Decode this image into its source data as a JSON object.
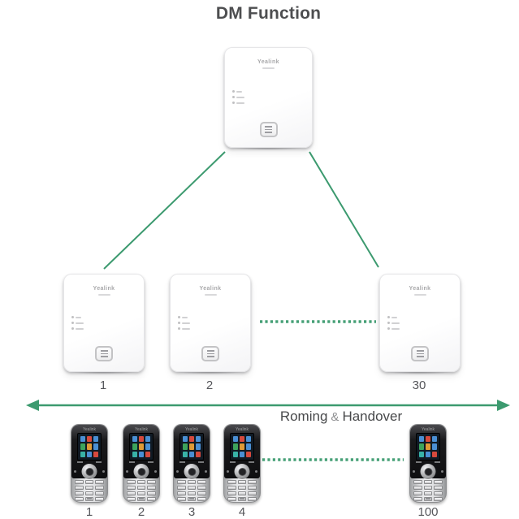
{
  "title": "DM Function",
  "brand": "Yealink",
  "colors": {
    "accent_green": "#3c9a6f",
    "title_text": "#4d4e50",
    "label_text": "#55565a"
  },
  "base_stations": {
    "row_labels": [
      "1",
      "2",
      "30"
    ]
  },
  "roaming": {
    "left": "Roming",
    "amp": "&",
    "right": "Handover"
  },
  "handset_labels": [
    "1",
    "2",
    "3",
    "4",
    "100"
  ]
}
